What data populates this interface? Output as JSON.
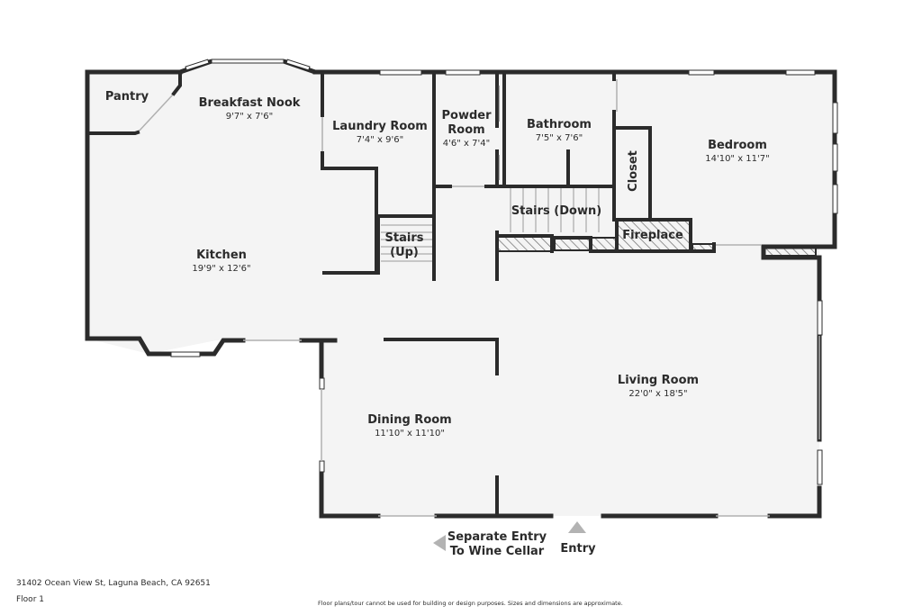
{
  "rooms": {
    "pantry": {
      "name": "Pantry"
    },
    "breakfast_nook": {
      "name": "Breakfast Nook",
      "dims": "9'7\" x 7'6\""
    },
    "laundry_room": {
      "name": "Laundry Room",
      "dims": "7'4\" x 9'6\""
    },
    "powder_room": {
      "name_line1": "Powder",
      "name_line2": "Room",
      "dims": "4'6\" x 7'4\""
    },
    "bathroom": {
      "name": "Bathroom",
      "dims": "7'5\" x 7'6\""
    },
    "bedroom": {
      "name": "Bedroom",
      "dims": "14'10\" x 11'7\""
    },
    "closet": {
      "name": "Closet"
    },
    "kitchen": {
      "name": "Kitchen",
      "dims": "19'9\" x 12'6\""
    },
    "stairs_up": {
      "name_line1": "Stairs",
      "name_line2": "(Up)"
    },
    "stairs_down": {
      "name": "Stairs (Down)"
    },
    "fireplace": {
      "name": "Fireplace"
    },
    "living_room": {
      "name": "Living Room",
      "dims": "22'0\" x 18'5\""
    },
    "dining_room": {
      "name": "Dining Room",
      "dims": "11'10\" x 11'10\""
    }
  },
  "entries": {
    "wine_cellar_line1": "Separate Entry",
    "wine_cellar_line2": "To Wine Cellar",
    "main": "Entry"
  },
  "footer": {
    "address": "31402 Ocean View St, Laguna Beach, CA 92651",
    "floor": "Floor 1",
    "disclaimer": "Floor plans/tour cannot be used for building or design purposes. Sizes and dimensions are approximate."
  },
  "colors": {
    "wall": "#2b2b2b",
    "floor": "#f4f4f4",
    "arrow": "#b3b3b3"
  }
}
